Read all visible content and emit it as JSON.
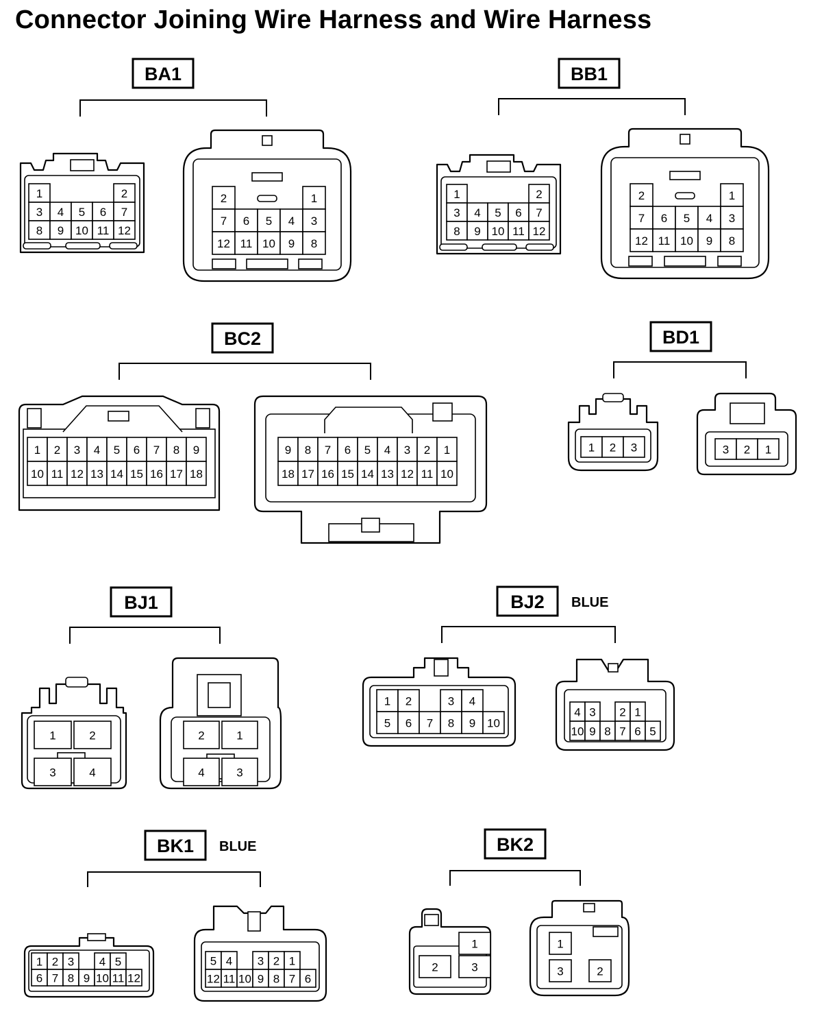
{
  "page_title": "Connector Joining Wire Harness and Wire Harness",
  "connectors": [
    {
      "code": "BA1",
      "color": "",
      "female_rows": [
        [
          "1",
          "",
          "",
          "",
          "2"
        ],
        [
          "3",
          "4",
          "5",
          "6",
          "7"
        ],
        [
          "8",
          "9",
          "10",
          "11",
          "12"
        ]
      ],
      "male_rows": [
        [
          "2",
          "",
          "",
          "",
          "1"
        ],
        [
          "7",
          "6",
          "5",
          "4",
          "3"
        ],
        [
          "12",
          "11",
          "10",
          "9",
          "8"
        ]
      ]
    },
    {
      "code": "BB1",
      "color": "",
      "female_rows": [
        [
          "1",
          "",
          "",
          "",
          "2"
        ],
        [
          "3",
          "4",
          "5",
          "6",
          "7"
        ],
        [
          "8",
          "9",
          "10",
          "11",
          "12"
        ]
      ],
      "male_rows": [
        [
          "2",
          "",
          "",
          "",
          "1"
        ],
        [
          "7",
          "6",
          "5",
          "4",
          "3"
        ],
        [
          "12",
          "11",
          "10",
          "9",
          "8"
        ]
      ]
    },
    {
      "code": "BC2",
      "color": "",
      "female_rows": [
        [
          "1",
          "2",
          "3",
          "4",
          "5",
          "6",
          "7",
          "8",
          "9"
        ],
        [
          "10",
          "11",
          "12",
          "13",
          "14",
          "15",
          "16",
          "17",
          "18"
        ]
      ],
      "male_rows": [
        [
          "9",
          "8",
          "7",
          "6",
          "5",
          "4",
          "3",
          "2",
          "1"
        ],
        [
          "18",
          "17",
          "16",
          "15",
          "14",
          "13",
          "12",
          "11",
          "10"
        ]
      ]
    },
    {
      "code": "BD1",
      "color": "",
      "female_rows": [
        [
          "1",
          "2",
          "3"
        ]
      ],
      "male_rows": [
        [
          "3",
          "2",
          "1"
        ]
      ]
    },
    {
      "code": "BJ1",
      "color": "",
      "female_rows": [
        [
          "1",
          "2"
        ],
        [
          "3",
          "4"
        ]
      ],
      "male_rows": [
        [
          "2",
          "1"
        ],
        [
          "4",
          "3"
        ]
      ]
    },
    {
      "code": "BJ2",
      "color": "BLUE",
      "female_rows": [
        [
          "1",
          "2",
          "",
          "3",
          "4"
        ],
        [
          "5",
          "6",
          "7",
          "8",
          "9",
          "10"
        ]
      ],
      "male_rows": [
        [
          "4",
          "3",
          "",
          "2",
          "1"
        ],
        [
          "10",
          "9",
          "8",
          "7",
          "6",
          "5"
        ]
      ]
    },
    {
      "code": "BK1",
      "color": "BLUE",
      "female_rows": [
        [
          "1",
          "2",
          "3",
          "",
          "4",
          "5"
        ],
        [
          "6",
          "7",
          "8",
          "9",
          "10",
          "11",
          "12"
        ]
      ],
      "male_rows": [
        [
          "5",
          "4",
          "",
          "3",
          "2",
          "1"
        ],
        [
          "12",
          "11",
          "10",
          "9",
          "8",
          "7",
          "6"
        ]
      ]
    },
    {
      "code": "BK2",
      "color": "",
      "female_rows": [
        [
          "",
          "1"
        ],
        [
          "2",
          "3"
        ]
      ],
      "male_rows": [
        [
          "1",
          ""
        ],
        [
          "3",
          "2"
        ]
      ]
    }
  ]
}
